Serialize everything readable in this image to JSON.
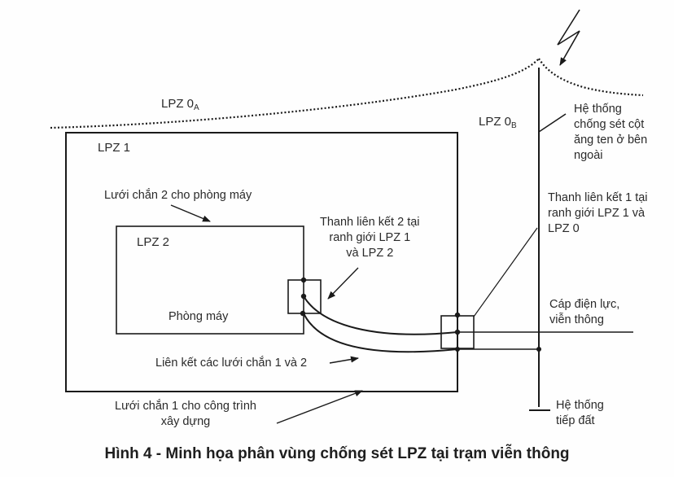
{
  "zones": {
    "lpz0a": {
      "main": "LPZ 0",
      "sub": "A"
    },
    "lpz0b": {
      "main": "LPZ 0",
      "sub": "B"
    },
    "lpz1": "LPZ 1",
    "lpz2": "LPZ 2"
  },
  "labels": {
    "external_lightning": [
      "Hệ thống",
      "chống sét cột",
      "ăng ten ở bên",
      "ngoài"
    ],
    "shield2": "Lưới chắn 2 cho phòng máy",
    "bonding_bar2": [
      "Thanh liên kết 2 tại",
      "ranh giới LPZ 1",
      "và LPZ 2"
    ],
    "bonding_bar1": [
      "Thanh liên kết 1 tại",
      "ranh giới LPZ 1 và",
      "LPZ 0"
    ],
    "equipment_room": "Phòng máy",
    "cables": [
      "Cáp điện lực,",
      "viễn thông"
    ],
    "shield_bonding": "Liên kết các lưới chắn 1 và 2",
    "shield1": [
      "Lưới chắn 1 cho công trình",
      "xây dựng"
    ],
    "earthing": [
      "Hệ thống",
      "tiếp đất"
    ]
  },
  "caption": "Hình 4 - Minh họa phân vùng chống sét LPZ tại trạm viễn thông",
  "colors": {
    "ink": "#1a1a1a",
    "background": "#fefefe"
  }
}
